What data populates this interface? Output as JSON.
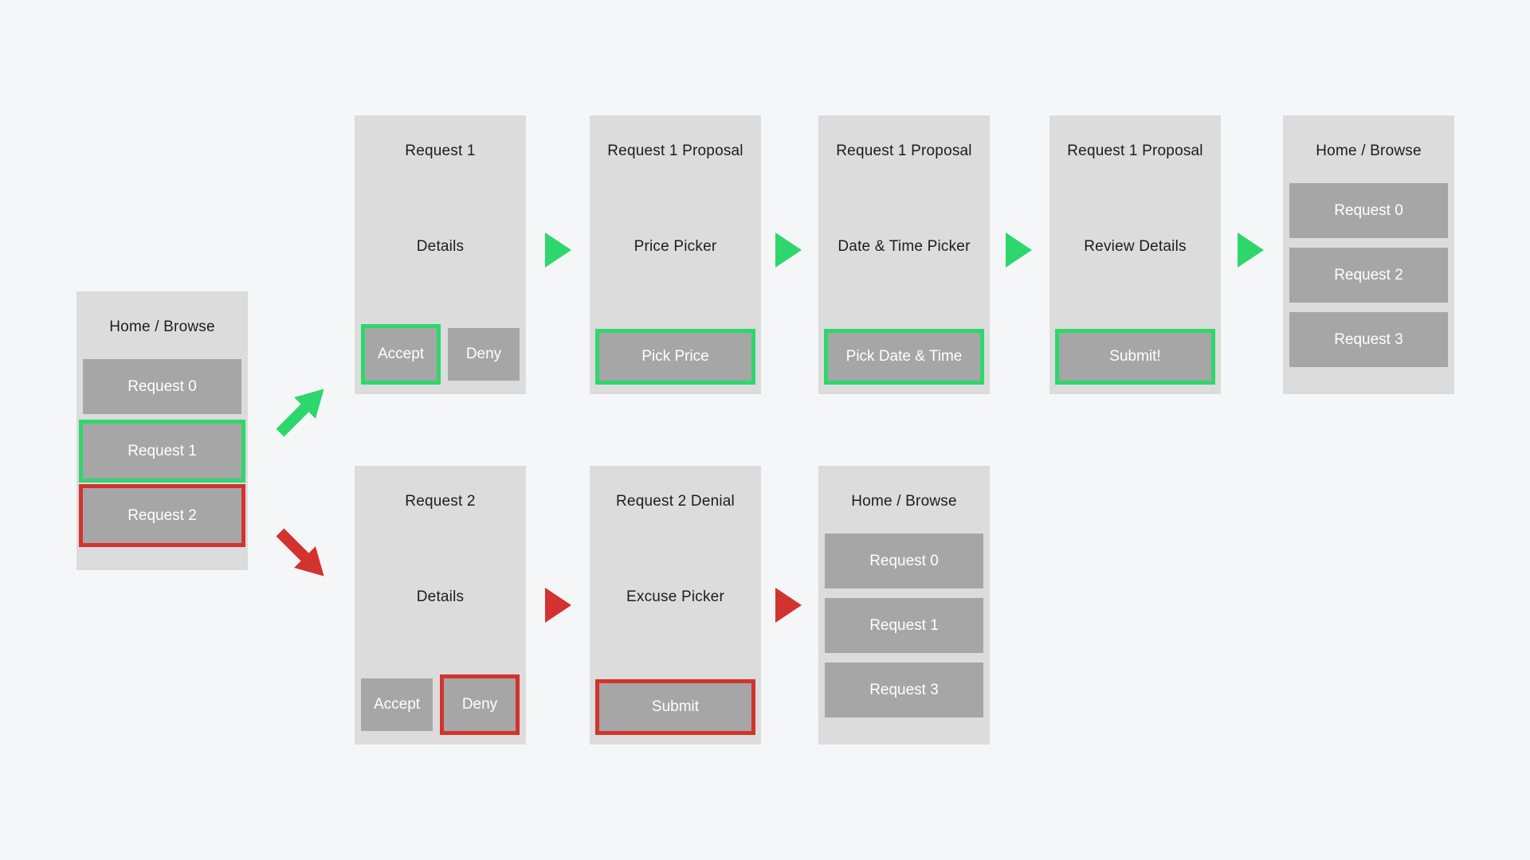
{
  "colors": {
    "background": "#f5f6f8",
    "card_bg": "#dcdcdc",
    "button_bg": "#a6a6a6",
    "button_text": "#ffffff",
    "title_text": "#1d1d1d",
    "accent_green": "#2ed76c",
    "accent_red": "#d2332e"
  },
  "arrows": {
    "accept_branch_direction": "up-right",
    "deny_branch_direction": "down-right",
    "accept_flow_connector": "right-triangle-green",
    "deny_flow_connector": "right-triangle-red"
  },
  "cards": {
    "home_start": {
      "title": "Home / Browse",
      "buttons": [
        {
          "label": "Request 0",
          "highlight": null
        },
        {
          "label": "Request 1",
          "highlight": "green"
        },
        {
          "label": "Request 2",
          "highlight": "red"
        }
      ]
    },
    "req1_details": {
      "title": "Request 1",
      "body": "Details",
      "actions": [
        {
          "label": "Accept",
          "highlight": "green"
        },
        {
          "label": "Deny",
          "highlight": null
        }
      ]
    },
    "req1_price": {
      "title": "Request 1 Proposal",
      "body": "Price Picker",
      "cta": {
        "label": "Pick Price",
        "highlight": "green"
      }
    },
    "req1_datetime": {
      "title": "Request 1 Proposal",
      "body": "Date & Time Picker",
      "cta": {
        "label": "Pick Date & Time",
        "highlight": "green"
      }
    },
    "req1_review": {
      "title": "Request 1 Proposal",
      "body": "Review Details",
      "cta": {
        "label": "Submit!",
        "highlight": "green"
      }
    },
    "home_after_accept": {
      "title": "Home / Browse",
      "buttons": [
        {
          "label": "Request 0",
          "highlight": null
        },
        {
          "label": "Request 2",
          "highlight": null
        },
        {
          "label": "Request 3",
          "highlight": null
        }
      ]
    },
    "req2_details": {
      "title": "Request 2",
      "body": "Details",
      "actions": [
        {
          "label": "Accept",
          "highlight": null
        },
        {
          "label": "Deny",
          "highlight": "red"
        }
      ]
    },
    "req2_denial": {
      "title": "Request 2 Denial",
      "body": "Excuse Picker",
      "cta": {
        "label": "Submit",
        "highlight": "red"
      }
    },
    "home_after_deny": {
      "title": "Home / Browse",
      "buttons": [
        {
          "label": "Request 0",
          "highlight": null
        },
        {
          "label": "Request 1",
          "highlight": null
        },
        {
          "label": "Request 3",
          "highlight": null
        }
      ]
    }
  }
}
